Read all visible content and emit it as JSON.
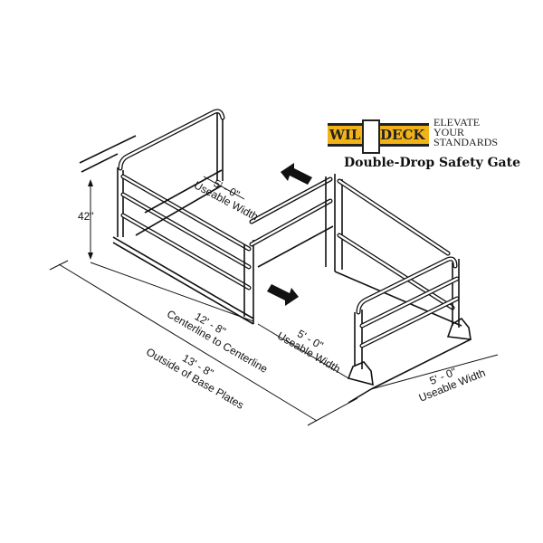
{
  "logo": {
    "brand": "WILDECK",
    "brand_left": "WIL",
    "brand_right": "DECK",
    "tagline": [
      "ELEVATE",
      "YOUR",
      "STANDARDS"
    ]
  },
  "title": "Double-Drop Safety Gate",
  "dimensions": {
    "height": "42\"",
    "inner_width": "5' - 0\"",
    "inner_width_label": "Useable Width",
    "centerline_value": "12' - 8\"",
    "centerline_label": "Centerline to Centerline",
    "outside_value": "13' - 8\"",
    "outside_label": "Outside of Base Plates",
    "front_width": "5' - 0\"",
    "front_width_label": "Useable Width",
    "right_width": "5' - 0\"",
    "right_width_label": "Useable Width"
  }
}
